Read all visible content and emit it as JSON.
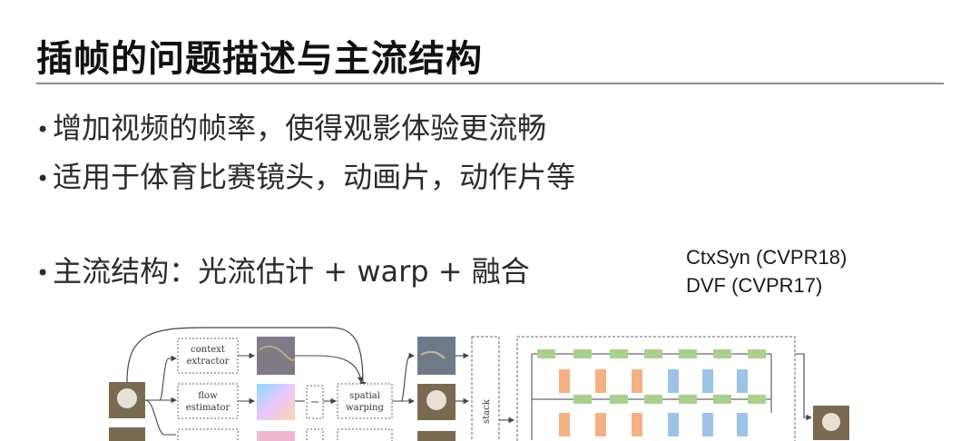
{
  "slide": {
    "title": "插帧的问题描述与主流结构",
    "bullet_symbol": "•",
    "bullets": [
      "增加视频的帧率，使得观影体验更流畅",
      "适用于体育比赛镜头，动画片，动作片等",
      "主流结构：光流估计 + warp + 融合"
    ],
    "references": [
      "CtxSyn (CVPR18)",
      "DVF (CVPR17)"
    ]
  },
  "diagram": {
    "labels": {
      "context_line1": "context",
      "context_line2": "extractor",
      "flow_line1": "flow",
      "flow_line2": "estimator",
      "spatial_line1": "spatial",
      "spatial_line2": "warping",
      "stack": "stack"
    },
    "colors": {
      "green_block": "#a9d08e",
      "orange_block": "#f4b183",
      "blue_block": "#9dc3e6"
    }
  }
}
